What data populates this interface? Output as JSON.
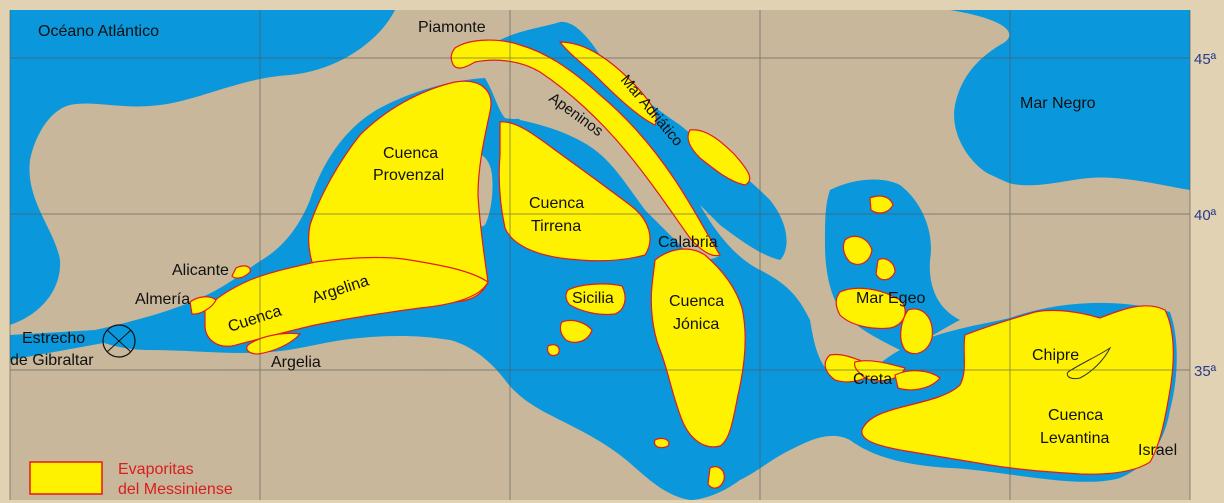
{
  "colors": {
    "sea": "#0a97dc",
    "land": "#c8b79a",
    "evaporites": "#fff200",
    "evaporite_outline": "#e31b1b",
    "border_texture": "#e0d2b3",
    "latitude_text": "#2c3a8a"
  },
  "labels": {
    "oceano_atlantico": "Océano Atlántico",
    "piamonte": "Piamonte",
    "mar_adriatico": "Mar Adriático",
    "apeninos": "Apeninos",
    "mar_negro": "Mar Negro",
    "cuenca_provenzal_1": "Cuenca",
    "cuenca_provenzal_2": "Provenzal",
    "cuenca_tirrena_1": "Cuenca",
    "cuenca_tirrena_2": "Tirrena",
    "calabria": "Calabria",
    "alicante": "Alicante",
    "almeria": "Almería",
    "cuenca_argelina_1": "Cuenca",
    "cuenca_argelina_2": "Argelina",
    "argelia": "Argelia",
    "estrecho_1": "Estrecho",
    "estrecho_2": "de Gibraltar",
    "sicilia": "Sicilia",
    "cuenca_jonica_1": "Cuenca",
    "cuenca_jonica_2": "Jónica",
    "mar_egeo": "Mar Egeo",
    "creta": "Creta",
    "chipre": "Chipre",
    "cuenca_levantina_1": "Cuenca",
    "cuenca_levantina_2": "Levantina",
    "israel": "Israel"
  },
  "latitudes": [
    "45ª",
    "40ª",
    "35ª"
  ],
  "legend": {
    "line1": "Evaporitas",
    "line2": "del Messiniense"
  }
}
